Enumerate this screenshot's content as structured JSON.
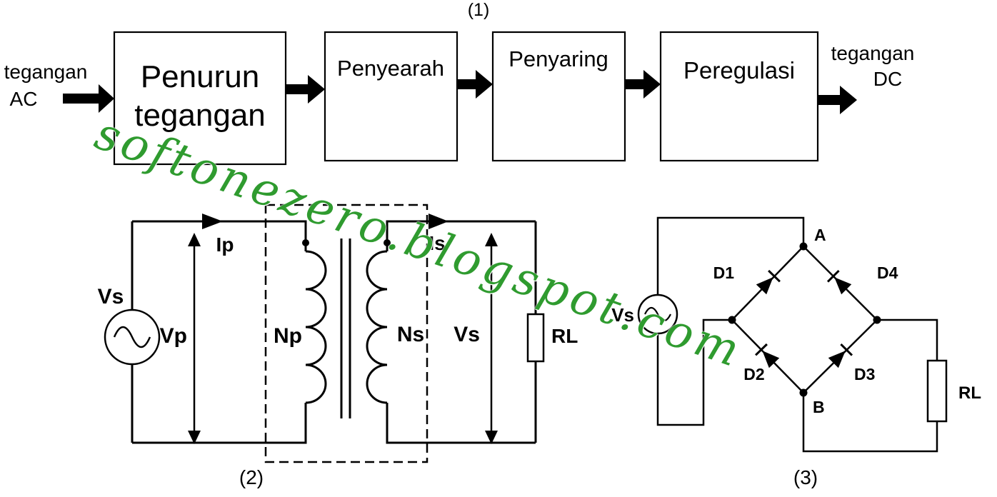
{
  "watermark": {
    "text": "softonezero.blogspot.com",
    "color": "#2f9b2f"
  },
  "block_diagram": {
    "figure_label": "(1)",
    "input": {
      "line1": "tegangan",
      "line2": "AC"
    },
    "output": {
      "line1": "tegangan",
      "line2": "DC"
    },
    "blocks": [
      {
        "line1": "Penurun",
        "line2": "tegangan"
      },
      {
        "line1": "Penyearah",
        "line2": ""
      },
      {
        "line1": "Penyaring",
        "line2": ""
      },
      {
        "line1": "Peregulasi",
        "line2": ""
      }
    ]
  },
  "transformer": {
    "figure_label": "(2)",
    "source_label": "Vs",
    "primary_current": "Ip",
    "primary_voltage": "Vp",
    "primary_winding": "Np",
    "secondary_winding": "Ns",
    "secondary_current": "Is",
    "secondary_voltage": "Vs",
    "load_label": "RL"
  },
  "bridge": {
    "figure_label": "(3)",
    "source_label": "Vs",
    "node_top": "A",
    "node_bottom": "B",
    "diode_1": "D1",
    "diode_2": "D2",
    "diode_3": "D3",
    "diode_4": "D4",
    "load_label": "RL"
  }
}
